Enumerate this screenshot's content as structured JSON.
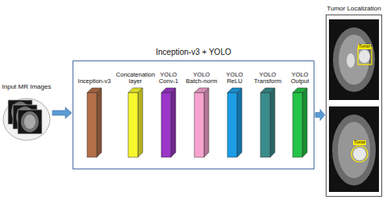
{
  "diagram": {
    "nodes": [
      {
        "text": [
          "Input MR Images"
        ]
      },
      {
        "text": [
          "Inception-v3 + YOLO"
        ]
      },
      {
        "text": [
          "Inception-v3"
        ],
        "in": 1
      },
      {
        "text": [
          "Concatenation layer"
        ],
        "in": 1
      },
      {
        "text": [
          "YOLO Conv-1"
        ],
        "in": 1
      },
      {
        "text": [
          "YOLO Batch-norm"
        ],
        "in": 1
      },
      {
        "text": [
          "YOLO ReLU"
        ],
        "in": 1
      },
      {
        "text": [
          "YOLO Transform"
        ],
        "in": 1
      },
      {
        "text": [
          "YOLO Output"
        ],
        "in": 1
      },
      {
        "text": [
          "Tumor Localization"
        ]
      }
    ],
    "edges": [
      {
        "from": 0,
        "to": 1,
        "arrow": "to"
      },
      {
        "from": 1,
        "to": 9,
        "arrow": "to"
      }
    ],
    "labels": [
      "Tumor",
      "Tumor"
    ]
  }
}
